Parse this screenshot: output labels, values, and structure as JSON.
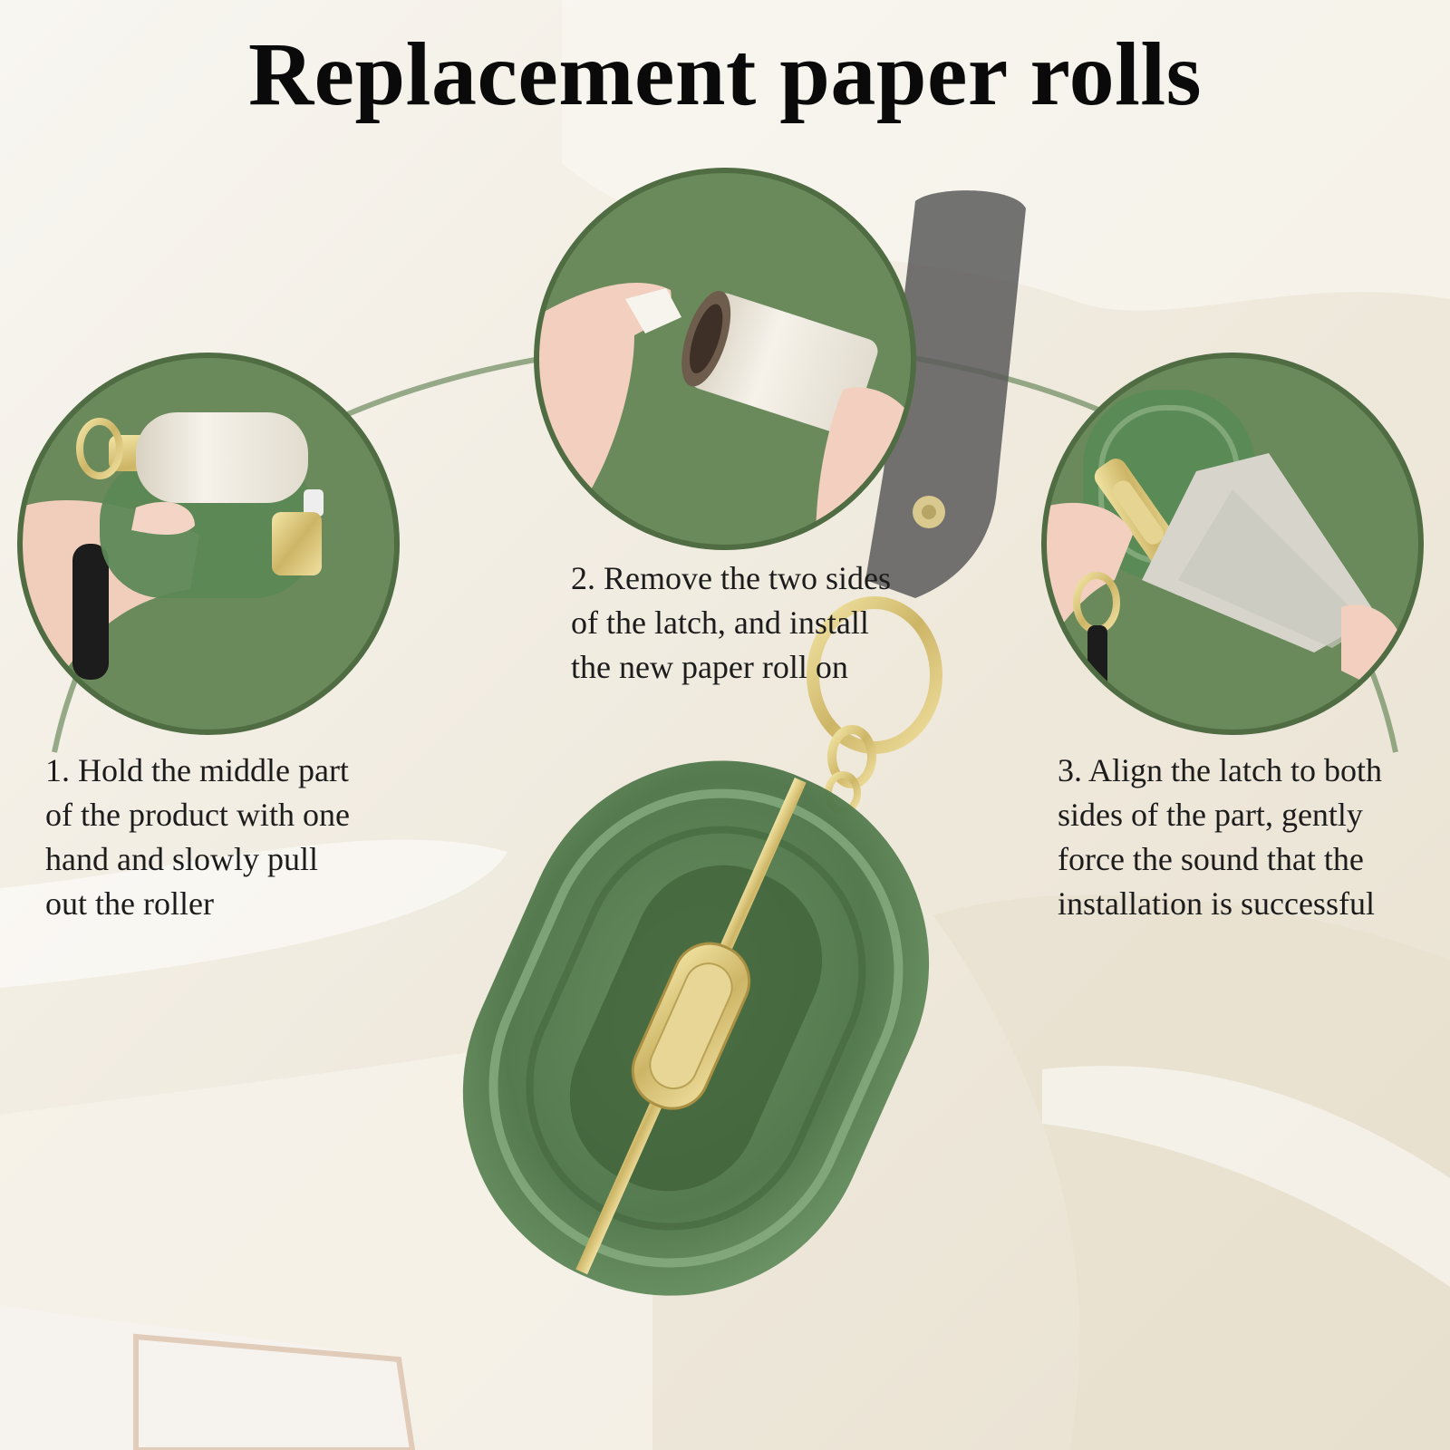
{
  "title": "Replacement paper rolls",
  "steps": [
    {
      "lines": [
        "1. Hold the middle part",
        "of the product with one",
        "hand and slowly pull",
        "out the roller"
      ]
    },
    {
      "lines": [
        "2. Remove the two sides",
        "of the latch, and install",
        "the new paper roll on"
      ]
    },
    {
      "lines": [
        "3. Align the latch to both",
        "sides of the part, gently",
        "force the sound that the",
        "installation is successful"
      ]
    }
  ],
  "colors": {
    "circle_green": "#6a8a5b",
    "circle_border": "#4f6c43",
    "case_green": "#5f8a5a",
    "gold": "#d8c47a",
    "background": "#f1ece2"
  }
}
